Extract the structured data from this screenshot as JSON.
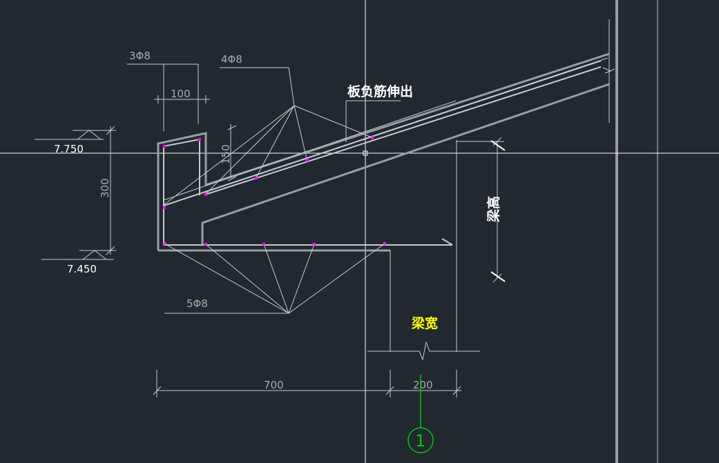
{
  "drawing": {
    "background": "#212830",
    "colors": {
      "thin_line": "#c8ccd0",
      "thick_line": "#9a9ea3",
      "crosshair": "#ffffff",
      "dim_text": "#a8adb3",
      "rebar_dot": "#ff00ff",
      "axis_bubble": "#00cc00",
      "yellow_label": "#ffff00"
    },
    "rebar_labels": {
      "top_left": "3Φ8",
      "top_middle": "4Φ8",
      "bottom": "5Φ8"
    },
    "dimensions": {
      "top_width": "100",
      "wall_height": "300",
      "slope_offset": "150",
      "bottom_length": "700",
      "beam_width_value": "200"
    },
    "elevations": {
      "upper": "7.750",
      "lower": "7.450"
    },
    "notes": {
      "slab_negative_rebar": "板负筋伸出",
      "beam_width": "梁宽",
      "beam_height": "梁高"
    },
    "axis": {
      "label": "1"
    }
  }
}
